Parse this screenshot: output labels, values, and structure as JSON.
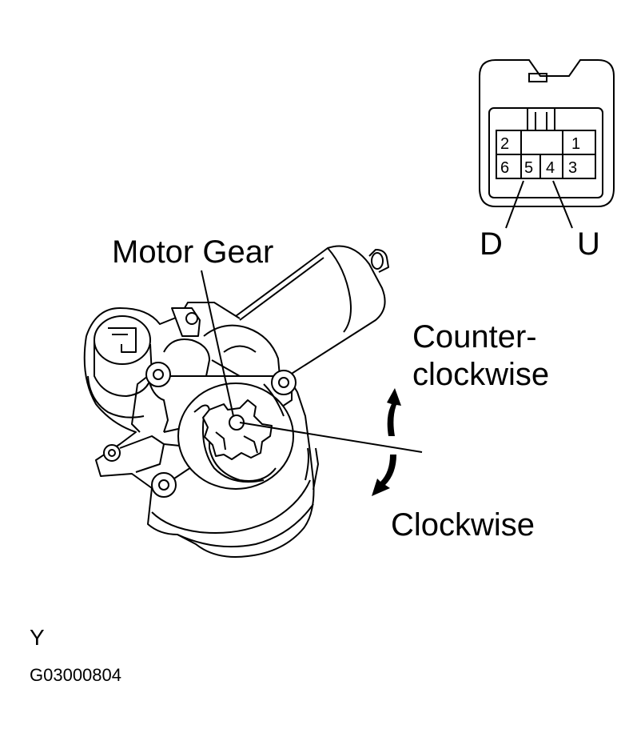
{
  "labels": {
    "motor_gear": "Motor Gear",
    "counter_clockwise_line1": "Counter-",
    "counter_clockwise_line2": "clockwise",
    "clockwise": "Clockwise",
    "terminal_d": "D",
    "terminal_u": "U",
    "view_letter": "Y",
    "figure_code": "G03000804"
  },
  "connector": {
    "pins": [
      {
        "id": "pin-1",
        "label": "1"
      },
      {
        "id": "pin-2",
        "label": "2"
      },
      {
        "id": "pin-3",
        "label": "3"
      },
      {
        "id": "pin-4",
        "label": "4"
      },
      {
        "id": "pin-5",
        "label": "5"
      },
      {
        "id": "pin-6",
        "label": "6"
      }
    ]
  },
  "colors": {
    "line": "#000000",
    "background": "#ffffff"
  }
}
